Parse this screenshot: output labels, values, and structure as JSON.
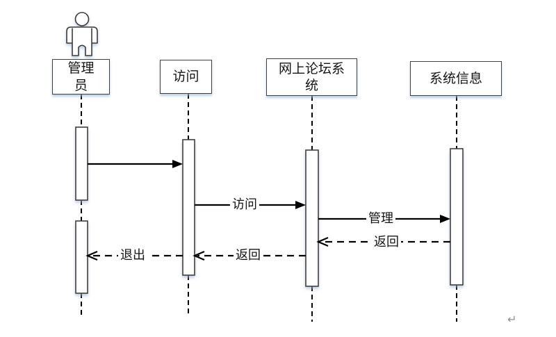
{
  "diagram_type": "uml-sequence",
  "lifelines": [
    {
      "label": "管理\n员",
      "kind": "actor"
    },
    {
      "label": "访问",
      "kind": "object"
    },
    {
      "label": "网上论坛系\n统",
      "kind": "object"
    },
    {
      "label": "系统信息",
      "kind": "object"
    }
  ],
  "messages": [
    {
      "label": "",
      "line": "solid",
      "from": "管理员",
      "to": "访问"
    },
    {
      "label": "访问",
      "line": "solid",
      "from": "访问",
      "to": "网上论坛系统"
    },
    {
      "label": "管理",
      "line": "solid",
      "from": "网上论坛系统",
      "to": "系统信息"
    },
    {
      "label": "返回",
      "line": "dashed",
      "from": "系统信息",
      "to": "网上论坛系统"
    },
    {
      "label": "返回",
      "line": "dashed",
      "from": "网上论坛系统",
      "to": "访问"
    },
    {
      "label": "退出",
      "line": "dashed",
      "from": "访问",
      "to": "管理员"
    }
  ],
  "editor": {
    "paragraph_mark": "↵"
  },
  "colors": {
    "background": "#ffffff",
    "line": "#000000",
    "box_border": "#3f3f3f",
    "shadow_tint": "#9db9dd",
    "paragraph_mark": "#8f8f8f"
  }
}
